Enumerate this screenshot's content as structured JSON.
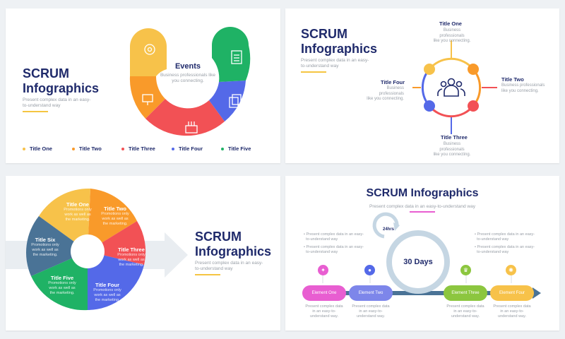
{
  "colors": {
    "yellow": "#f7c24a",
    "orange": "#f99a2a",
    "red": "#f25155",
    "blue": "#5469e8",
    "green": "#1fb265",
    "navy": "#1f2a6b",
    "slate": "#4a7396",
    "purple": "#7d86ea",
    "pink": "#e85ed1",
    "lime": "#8cc63f"
  },
  "slide1": {
    "title_line1": "SCRUM",
    "title_line2": "Infographics",
    "subtitle_line1": "Present complex data in an easy-",
    "subtitle_line2": "to-understand way",
    "center_title": "Events",
    "center_desc_line1": "Business professionals like",
    "center_desc_line2": "you connecting.",
    "legend": [
      "Title One",
      "Title Two",
      "Title Three",
      "Title Four",
      "Title Five"
    ],
    "segment_icons": [
      "idea-icon",
      "presentation-icon",
      "cake-icon",
      "documents-icon",
      "clipboard-icon"
    ]
  },
  "slide2": {
    "title_line1": "SCRUM",
    "title_line2": "Infographics",
    "subtitle_line1": "Present complex data in an easy-",
    "subtitle_line2": "to-understand way",
    "center_icon": "team-icon",
    "items": [
      {
        "title": "Title One",
        "desc1": "Business professionals",
        "desc2": "like you connecting."
      },
      {
        "title": "Title Two",
        "desc1": "Business professionals",
        "desc2": "like you connecting."
      },
      {
        "title": "Title Three",
        "desc1": "Business professionals",
        "desc2": "like you connecting."
      },
      {
        "title": "Title Four",
        "desc1": "Business professionals",
        "desc2": "like you connecting."
      }
    ]
  },
  "slide3": {
    "title_line1": "SCRUM",
    "title_line2": "Infographics",
    "subtitle_line1": "Present complex data in an easy-",
    "subtitle_line2": "to-understand way",
    "segments": [
      {
        "title": "Title One",
        "d1": "Promotions only",
        "d2": "work as well as",
        "d3": "the marketing."
      },
      {
        "title": "Title Two",
        "d1": "Promotions only",
        "d2": "work as well as",
        "d3": "the marketing."
      },
      {
        "title": "Title Three",
        "d1": "Promotions only",
        "d2": "work as well as",
        "d3": "the marketing."
      },
      {
        "title": "Title Four",
        "d1": "Promotions only",
        "d2": "work as well as",
        "d3": "the marketing."
      },
      {
        "title": "Title Five",
        "d1": "Promotions only",
        "d2": "work as well as",
        "d3": "the marketing."
      },
      {
        "title": "Title Six",
        "d1": "Promotions only",
        "d2": "work as well as",
        "d3": "the marketing."
      }
    ]
  },
  "slide4": {
    "title": "SCRUM Infographics",
    "subtitle": "Present complex data in an easy-to-understand way",
    "cycle_label": "24hrs",
    "sprint_label": "30 Days",
    "bullets_left": [
      {
        "l1": "Present complex data in an easy-",
        "l2": "to-understand way"
      },
      {
        "l1": "Present complex data in an easy-",
        "l2": "to-understand way"
      }
    ],
    "bullets_right": [
      {
        "l1": "Present complex data in an easy-",
        "l2": "to-understand way"
      },
      {
        "l1": "Present complex data in an easy-",
        "l2": "to-understand way"
      }
    ],
    "elements": [
      {
        "label": "Element One",
        "d1": "Present complex data",
        "d2": "in an easy-to-",
        "d3": "understand way.",
        "icon": "bulb-icon"
      },
      {
        "label": "Element Two",
        "d1": "Present complex data",
        "d2": "in an easy-to-",
        "d3": "understand way.",
        "icon": "team-icon"
      },
      {
        "label": "Element Three",
        "d1": "Present complex data",
        "d2": "in an easy-to-",
        "d3": "understand way.",
        "icon": "trophy-icon"
      },
      {
        "label": "Element Four",
        "d1": "Present complex data",
        "d2": "in an easy-to-",
        "d3": "understand way.",
        "icon": "idea-icon"
      }
    ]
  }
}
